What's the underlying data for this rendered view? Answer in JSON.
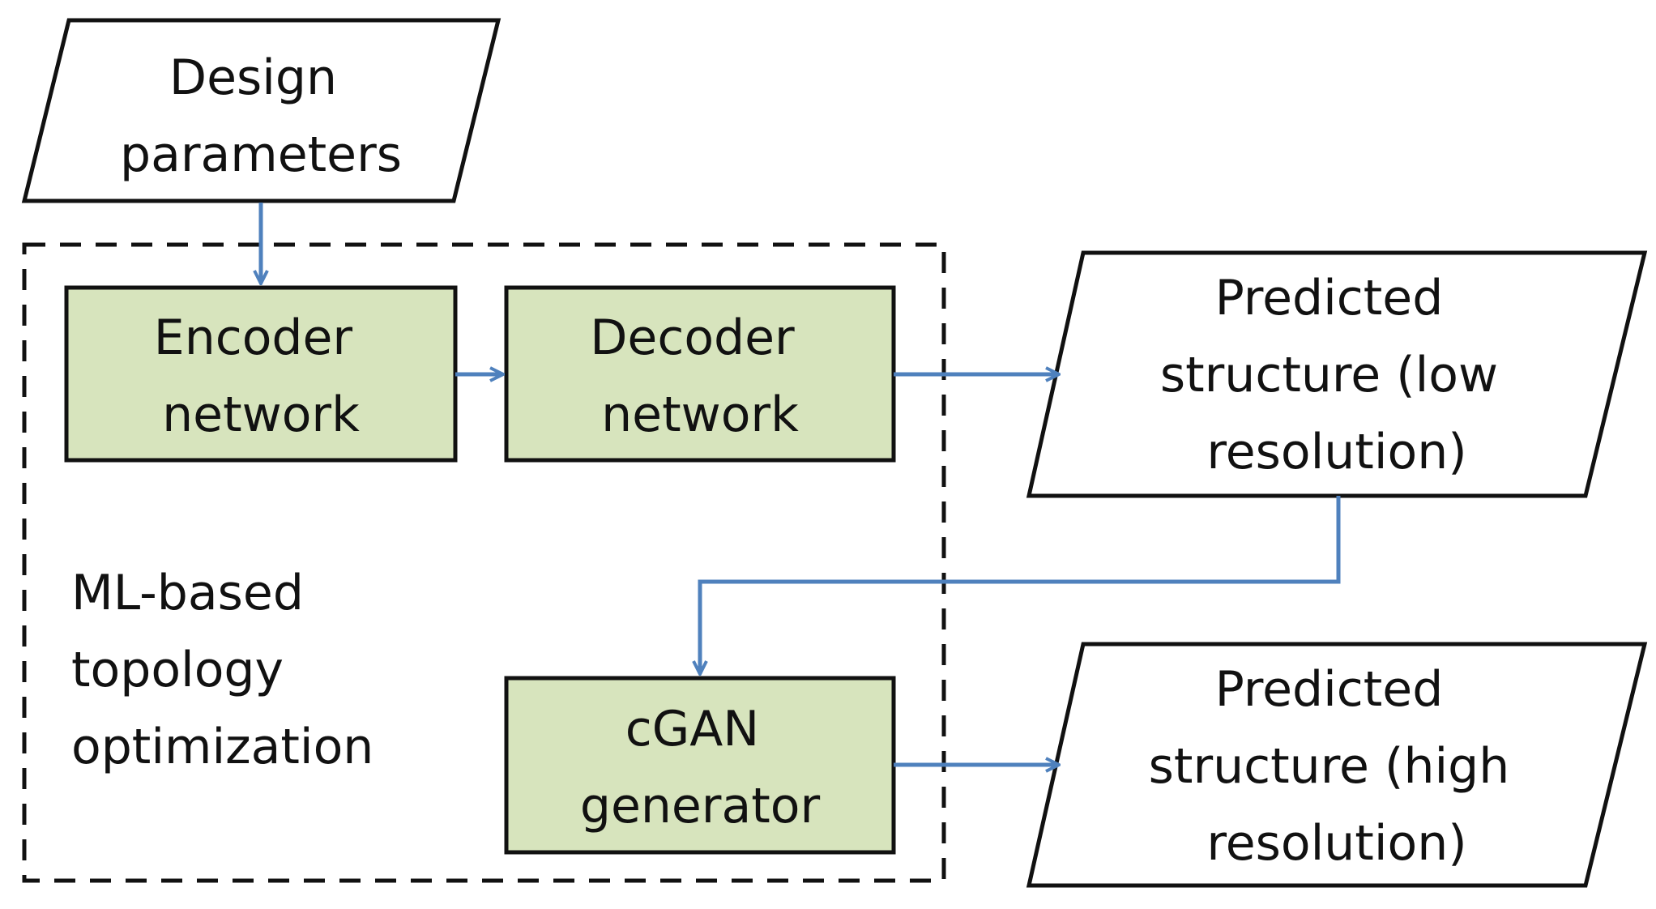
{
  "nodes": {
    "design_parameters": {
      "lines": [
        "Design",
        "parameters"
      ]
    },
    "encoder_network": {
      "lines": [
        "Encoder",
        "network"
      ]
    },
    "decoder_network": {
      "lines": [
        "Decoder",
        "network"
      ]
    },
    "predicted_low": {
      "lines": [
        "Predicted",
        "structure (low",
        "resolution)"
      ]
    },
    "cgan_generator": {
      "lines": [
        "cGAN",
        "generator"
      ]
    },
    "predicted_high": {
      "lines": [
        "Predicted",
        "structure (high",
        "resolution)"
      ]
    }
  },
  "group": {
    "label_lines": [
      "ML-based",
      "topology",
      "optimization"
    ]
  },
  "colors": {
    "box_fill": "#d7e4bd",
    "arrow": "#4f81bd",
    "stroke": "#111111"
  }
}
